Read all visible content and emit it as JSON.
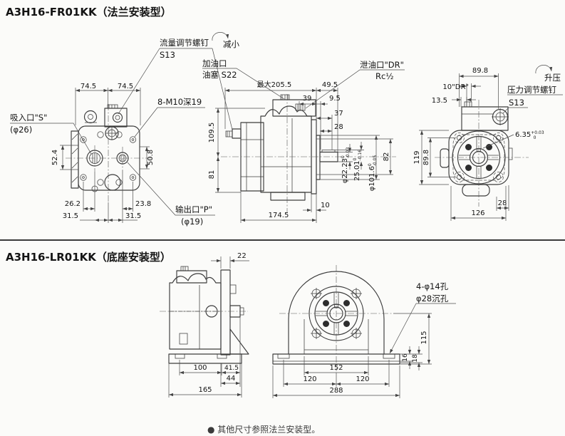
{
  "s1": {
    "title": "A3H16-FR01KK（法兰安装型）",
    "labels": {
      "flow_screw": "流量调节螺钉",
      "flow_screw_size": "S13",
      "decrease": "减小",
      "filler1": "加油口",
      "filler2": "油塞 S22",
      "drain1": "泄油口\"DR\"",
      "drain2": "Rc½",
      "suction1": "吸入口\"S\"",
      "suction2": "(φ26)",
      "bolts": "8-M10深19",
      "outlet1": "输出口\"P\"",
      "outlet2": "(φ19)",
      "pressure_screw": "压力调节螺钉",
      "pressure_screw_size": "S13",
      "increase": "升压"
    },
    "dims": {
      "w1": "74.5",
      "w2": "74.5",
      "h_suction": "52.4",
      "h_outlet": "50.8",
      "b1": "26.2",
      "b2": "23.8",
      "b3": "31.5",
      "b4": "31.5",
      "max_len": "最大205.5",
      "shaft_len": "49.5",
      "n39": "39",
      "n95": "9.5",
      "n37": "37",
      "n28": "28",
      "h_top": "109.5",
      "h_bot": "81",
      "body_len": "174.5",
      "plate_t": "10",
      "shaft_dia": "φ22.23",
      "shaft_tu": "0",
      "shaft_tl": "-0.03",
      "key_h": "25.01",
      "key_tu": "0",
      "key_tl": "-0.16",
      "n82": "82",
      "spigot": "φ101.6",
      "spigot_tu": "0",
      "spigot_tl": "-0.05",
      "bolt_h": "89.8",
      "dr_off": "10\"DR\"",
      "n135": "13.5",
      "key_w": "6.35",
      "key_w_tu": "+0.03",
      "key_w_tl": "0",
      "n119": "119",
      "bolt_v": "89.8",
      "n28r": "28",
      "n126": "126"
    }
  },
  "s2": {
    "title": "A3H16-LR01KK（底座安装型）",
    "labels": {
      "holes1": "4-φ14孔",
      "holes2": "φ28沉孔"
    },
    "dims": {
      "plate": "22",
      "n100": "100",
      "n415": "41.5",
      "n44": "44",
      "n165": "165",
      "n152": "152",
      "n120a": "120",
      "n120b": "120",
      "n288": "288",
      "n16": "16",
      "n18": "18",
      "n115": "115"
    },
    "note": "● 其他尺寸参照法兰安装型。"
  }
}
